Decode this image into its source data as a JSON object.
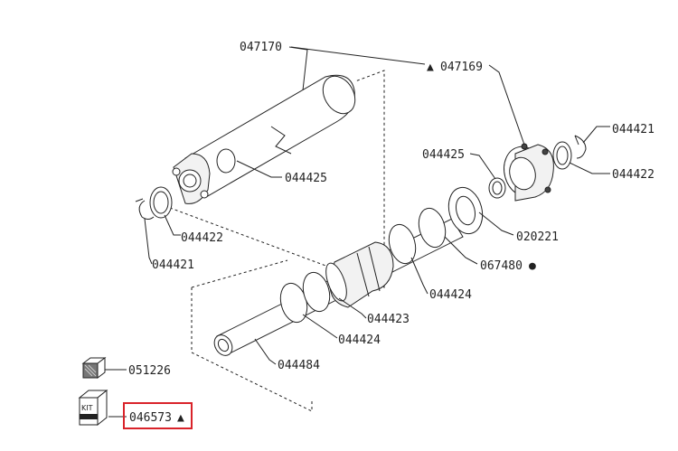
{
  "parts": {
    "p047170": "047170",
    "p047169": "047169",
    "p044421_right": "044421",
    "p044422_right": "044422",
    "p044425_top": "044425",
    "p044425_mid": "044425",
    "p044422_left": "044422",
    "p044421_left": "044421",
    "p020221": "020221",
    "p067480": "067480",
    "p044424_right": "044424",
    "p044423": "044423",
    "p044424_left": "044424",
    "p044484": "044484",
    "p051226": "051226",
    "p046573": "046573"
  },
  "kit_box_text": "KIT",
  "colors": {
    "highlight": "#d9232a",
    "line": "#222222"
  },
  "markers": {
    "triangle": "▲",
    "dot": "●"
  }
}
